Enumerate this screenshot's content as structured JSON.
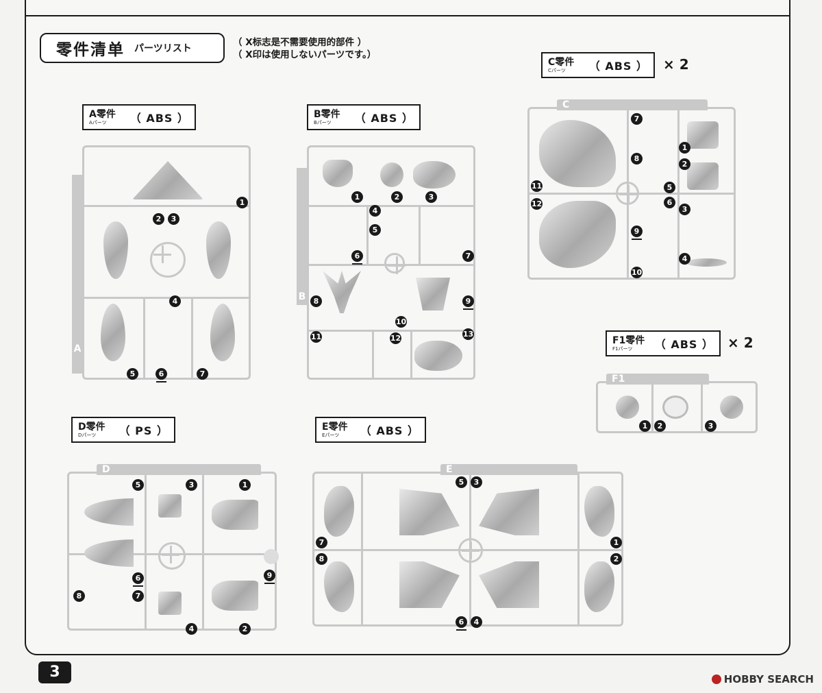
{
  "header": {
    "title_main": "零件清单",
    "title_sub": "パーツリスト",
    "note_cn": "（ X标志是不需要使用的部件 ）",
    "note_jp": "（ X印は使用しないパーツです。）"
  },
  "sprues": [
    {
      "key": "A",
      "label": "A零件",
      "sub": "Aパーツ",
      "material": "（ ABS ）",
      "multiplier": ""
    },
    {
      "key": "B",
      "label": "B零件",
      "sub": "Bパーツ",
      "material": "（ ABS ）",
      "multiplier": ""
    },
    {
      "key": "C",
      "label": "C零件",
      "sub": "Cパーツ",
      "material": "（ ABS ）",
      "multiplier": "× 2"
    },
    {
      "key": "F1",
      "label": "F1零件",
      "sub": "F1パーツ",
      "material": "（ ABS ）",
      "multiplier": "× 2"
    },
    {
      "key": "D",
      "label": "D零件",
      "sub": "Dパーツ",
      "material": "（ PS ）",
      "multiplier": ""
    },
    {
      "key": "E",
      "label": "E零件",
      "sub": "Eパーツ",
      "material": "（ ABS ）",
      "multiplier": ""
    }
  ],
  "tab_letters": {
    "A": "A",
    "B": "B",
    "C": "C",
    "D": "D",
    "E": "E",
    "F1": "F1"
  },
  "part_numbers": {
    "A": [
      "1",
      "2",
      "3",
      "4",
      "5",
      "6",
      "7"
    ],
    "B": [
      "1",
      "2",
      "3",
      "4",
      "5",
      "6",
      "7",
      "8",
      "9",
      "10",
      "11",
      "12",
      "13"
    ],
    "C": [
      "7",
      "1",
      "8",
      "2",
      "5",
      "11",
      "6",
      "12",
      "3",
      "9",
      "4",
      "10"
    ],
    "F1": [
      "1",
      "2",
      "3"
    ],
    "D": [
      "5",
      "3",
      "1",
      "6",
      "9",
      "8",
      "7",
      "4",
      "2"
    ],
    "E": [
      "5",
      "3",
      "7",
      "1",
      "8",
      "2",
      "6",
      "4"
    ]
  },
  "footer": {
    "page_number": "3",
    "watermark": "HOBBY SEARCH"
  }
}
